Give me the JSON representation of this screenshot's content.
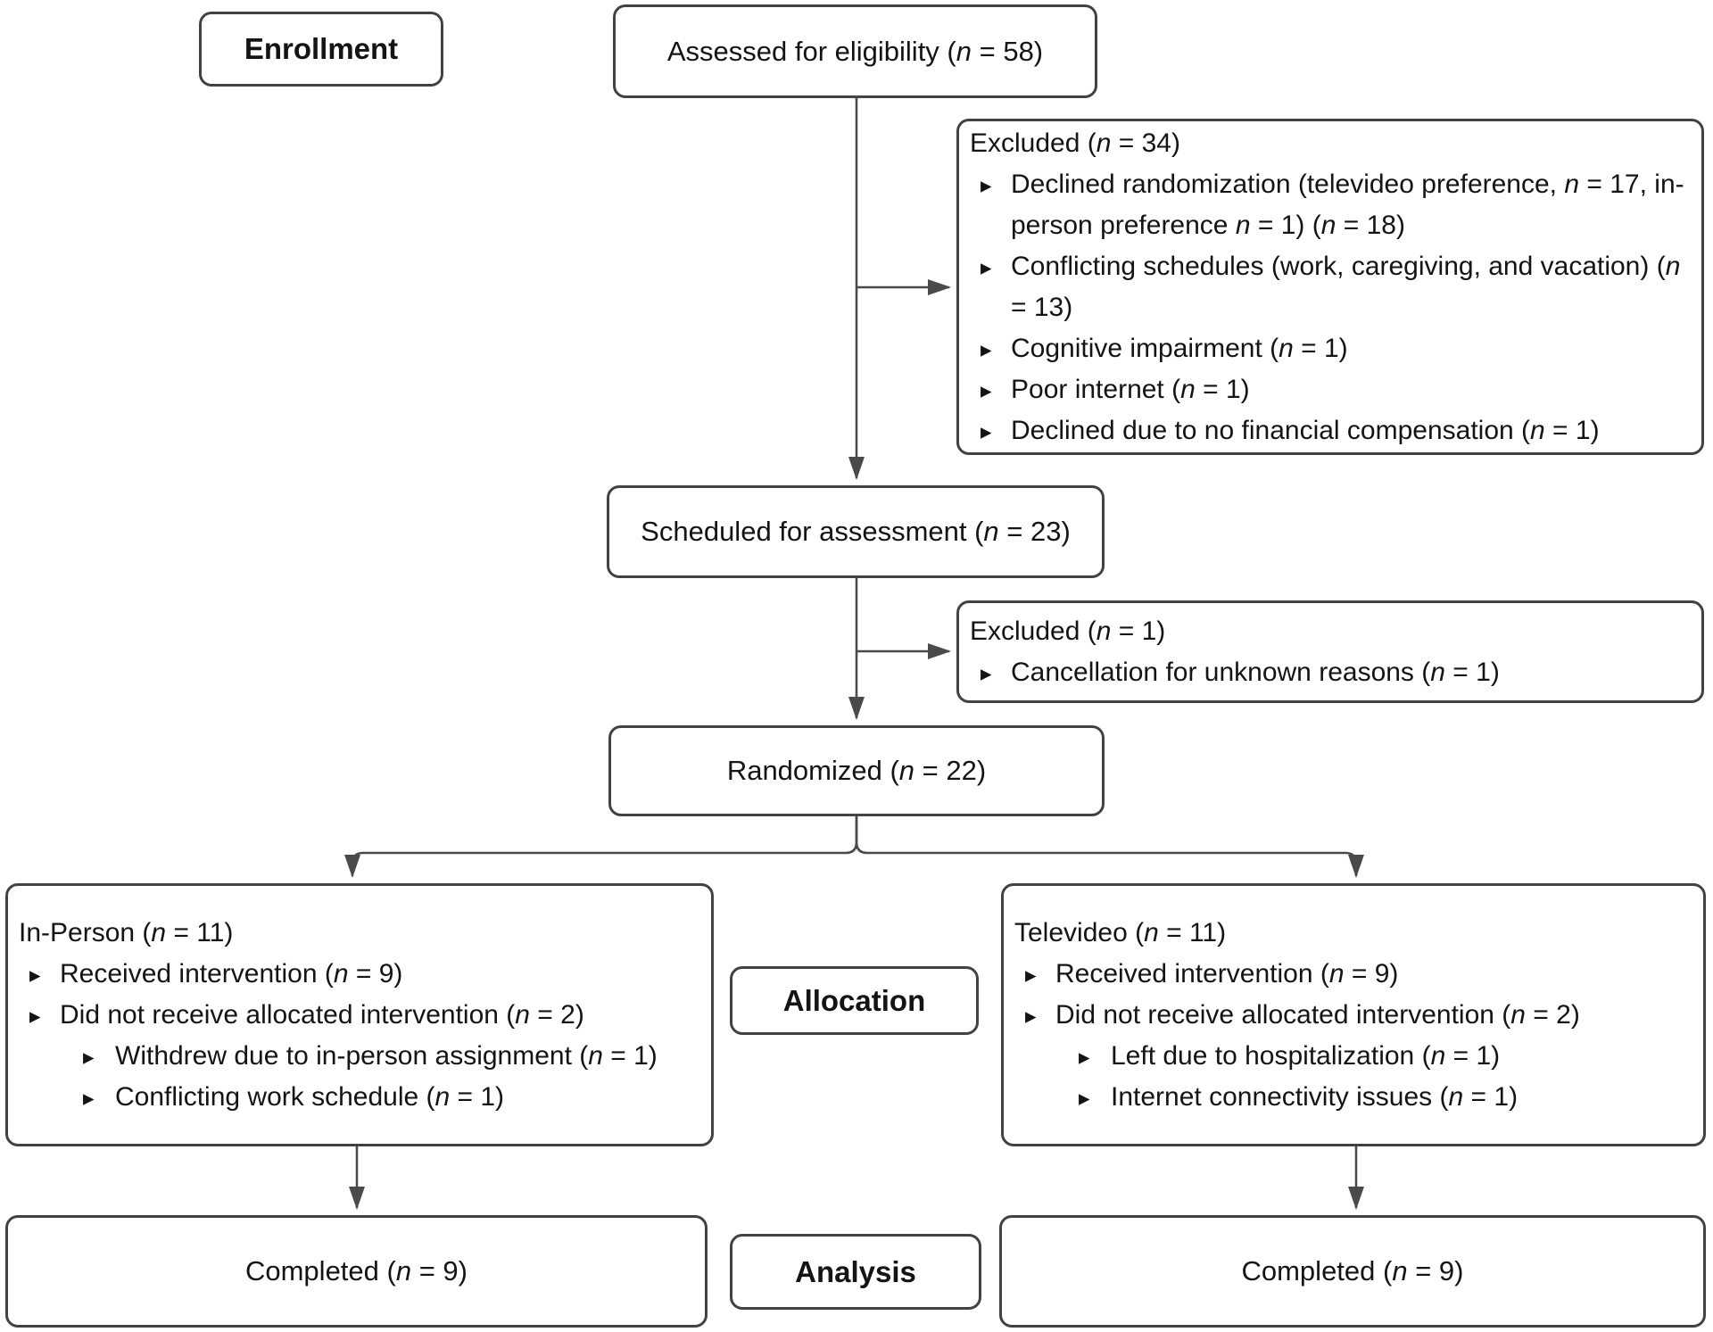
{
  "glyphs": {
    "bullet": "▸"
  },
  "stages": {
    "enrollment": "Enrollment",
    "allocation": "Allocation",
    "analysis": "Analysis"
  },
  "boxes": {
    "assessed": "Assessed for eligibility (n = 58)",
    "excluded_top": {
      "title": "Excluded (n = 34)",
      "items": [
        "Declined randomization (televideo preference, n = 17, in-person preference n = 1) (n = 18)",
        "Conflicting schedules (work, caregiving, and vacation) (n = 13)",
        "Cognitive impairment (n = 1)",
        "Poor internet (n = 1)",
        "Declined due to no financial compensation (n = 1)"
      ]
    },
    "scheduled": "Scheduled for assessment (n = 23)",
    "excluded_mid": {
      "title": "Excluded (n = 1)",
      "items": [
        "Cancellation for unknown reasons (n = 1)"
      ]
    },
    "randomized": "Randomized (n = 22)",
    "in_person": {
      "title": "In-Person (n = 11)",
      "items": [
        "Received intervention (n = 9)",
        "Did not receive allocated intervention (n = 2)"
      ],
      "subitems": [
        "Withdrew due to in-person assignment (n = 1)",
        "Conflicting work schedule (n = 1)"
      ]
    },
    "televideo": {
      "title": "Televideo (n = 11)",
      "items": [
        "Received intervention (n = 9)",
        "Did not receive allocated intervention (n = 2)"
      ],
      "subitems": [
        "Left due to hospitalization (n = 1)",
        "Internet connectivity issues (n = 1)"
      ]
    },
    "completed_in_person": "Completed (n = 9)",
    "completed_televideo": "Completed (n = 9)"
  },
  "colors": {
    "border": "#424242",
    "line": "#4a4a4a",
    "text": "#141414",
    "background": "#ffffff"
  }
}
